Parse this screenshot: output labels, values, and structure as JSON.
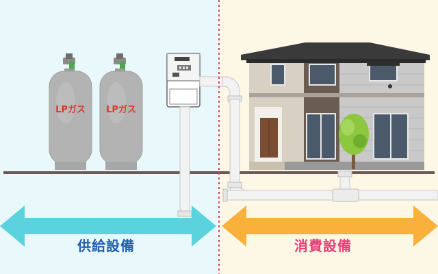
{
  "cylinders": [
    {
      "label": "LPガス"
    },
    {
      "label": "LPガス"
    }
  ],
  "sections": {
    "supply": {
      "label": "供給設備"
    },
    "consumption": {
      "label": "消費設備"
    }
  },
  "colors": {
    "supply_bg": "#e9f8fb",
    "consumption_bg": "#fdf7e6",
    "supply_arrow": "#5ad3df",
    "consumption_arrow": "#f9b13b",
    "supply_text": "#1f5fae",
    "consumption_text": "#e83e76",
    "divider": "#d6416b",
    "cylinder_label": "#d9382b"
  }
}
